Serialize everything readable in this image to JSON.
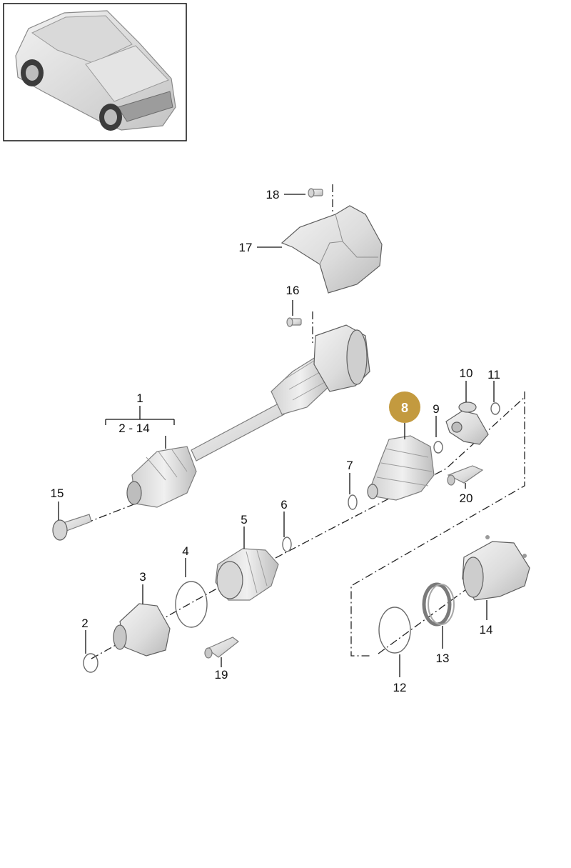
{
  "diagram": {
    "labels": {
      "p1": "1",
      "p2_14": "2 - 14",
      "p2": "2",
      "p3": "3",
      "p4": "4",
      "p5": "5",
      "p6": "6",
      "p7": "7",
      "p8": "8",
      "p9": "9",
      "p10": "10",
      "p11": "11",
      "p12": "12",
      "p13": "13",
      "p14": "14",
      "p15": "15",
      "p16": "16",
      "p17": "17",
      "p18": "18",
      "p19": "19",
      "p20": "20"
    },
    "highlight_part": "8",
    "colors": {
      "highlight_fill": "#c39a3f",
      "part_fill": "#e6e6e6",
      "part_shade": "#c9c9c9",
      "line": "#111111"
    },
    "icons": {
      "thumbnail": "suv-car-icon"
    }
  }
}
